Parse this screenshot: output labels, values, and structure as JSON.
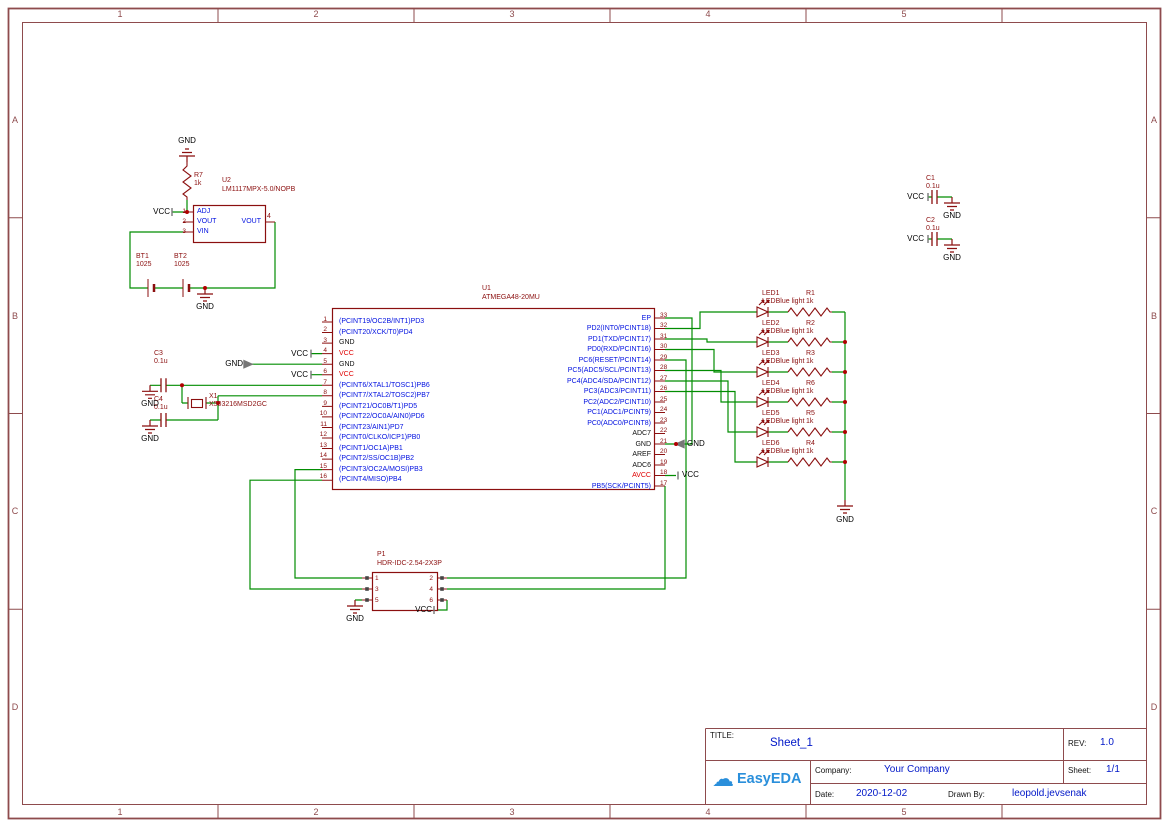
{
  "frame": {
    "cols": [
      "1",
      "2",
      "3",
      "4",
      "5"
    ],
    "rows": [
      "A",
      "B",
      "C",
      "D"
    ]
  },
  "nets": {
    "gnd": "GND",
    "vcc": "VCC"
  },
  "u2": {
    "ref": "U2",
    "value": "LM1117MPX-5.0/NOPB",
    "left_pins": [
      {
        "num": "1",
        "label": "ADJ"
      },
      {
        "num": "2",
        "label": "VOUT"
      },
      {
        "num": "3",
        "label": "VIN"
      }
    ],
    "right_pin": {
      "num": "4",
      "label": "VOUT"
    }
  },
  "r7": {
    "ref": "R7",
    "value": "1k"
  },
  "bt1": {
    "ref": "BT1",
    "value": "1025"
  },
  "bt2": {
    "ref": "BT2",
    "value": "1025"
  },
  "c1": {
    "ref": "C1",
    "value": "0.1u"
  },
  "c2": {
    "ref": "C2",
    "value": "0.1u"
  },
  "c3": {
    "ref": "C3",
    "value": "0.1u"
  },
  "c4": {
    "ref": "C4",
    "value": "0.1u"
  },
  "x1": {
    "ref": "X1",
    "value": "X503216MSD2GC"
  },
  "u1": {
    "ref": "U1",
    "value": "ATMEGA48-20MU",
    "left_pins": [
      {
        "num": "1",
        "label": "(PCINT19/OC2B/INT1)PD3",
        "cls": "sig"
      },
      {
        "num": "2",
        "label": "(PCINT20/XCK/T0)PD4",
        "cls": "sig"
      },
      {
        "num": "3",
        "label": "GND",
        "cls": "gnd"
      },
      {
        "num": "4",
        "label": "VCC",
        "cls": "pwr"
      },
      {
        "num": "5",
        "label": "GND",
        "cls": "gnd"
      },
      {
        "num": "6",
        "label": "VCC",
        "cls": "pwr"
      },
      {
        "num": "7",
        "label": "(PCINT6/XTAL1/TOSC1)PB6",
        "cls": "sig"
      },
      {
        "num": "8",
        "label": "(PCINT7/XTAL2/TOSC2)PB7",
        "cls": "sig"
      },
      {
        "num": "9",
        "label": "(PCINT21/OC0B/T1)PD5",
        "cls": "sig"
      },
      {
        "num": "10",
        "label": "(PCINT22/OC0A/AIN0)PD6",
        "cls": "sig"
      },
      {
        "num": "11",
        "label": "(PCINT23/AIN1)PD7",
        "cls": "sig"
      },
      {
        "num": "12",
        "label": "(PCINT0/CLKO/ICP1)PB0",
        "cls": "sig"
      },
      {
        "num": "13",
        "label": "(PCINT1/OC1A)PB1",
        "cls": "sig"
      },
      {
        "num": "14",
        "label": "(PCINT2/SS/OC1B)PB2",
        "cls": "sig"
      },
      {
        "num": "15",
        "label": "(PCINT3/OC2A/MOSI)PB3",
        "cls": "sig"
      },
      {
        "num": "16",
        "label": "(PCINT4/MISO)PB4",
        "cls": "sig"
      }
    ],
    "right_pins": [
      {
        "num": "33",
        "label": "EP",
        "cls": "sig"
      },
      {
        "num": "32",
        "label": "PD2(INT0/PCINT18)",
        "cls": "sig"
      },
      {
        "num": "31",
        "label": "PD1(TXD/PCINT17)",
        "cls": "sig"
      },
      {
        "num": "30",
        "label": "PD0(RXD/PCINT16)",
        "cls": "sig"
      },
      {
        "num": "29",
        "label": "PC6(RESET/PCINT14)",
        "cls": "sig"
      },
      {
        "num": "28",
        "label": "PC5(ADC5/SCL/PCINT13)",
        "cls": "sig"
      },
      {
        "num": "27",
        "label": "PC4(ADC4/SDA/PCINT12)",
        "cls": "sig"
      },
      {
        "num": "26",
        "label": "PC3(ADC3/PCINT11)",
        "cls": "sig"
      },
      {
        "num": "25",
        "label": "PC2(ADC2/PCINT10)",
        "cls": "sig"
      },
      {
        "num": "24",
        "label": "PC1(ADC1/PCINT9)",
        "cls": "sig"
      },
      {
        "num": "23",
        "label": "PC0(ADC0/PCINT8)",
        "cls": "sig"
      },
      {
        "num": "22",
        "label": "ADC7",
        "cls": "gnd"
      },
      {
        "num": "21",
        "label": "GND",
        "cls": "gnd"
      },
      {
        "num": "20",
        "label": "AREF",
        "cls": "gnd"
      },
      {
        "num": "19",
        "label": "ADC6",
        "cls": "gnd"
      },
      {
        "num": "18",
        "label": "AVCC",
        "cls": "pwr"
      },
      {
        "num": "17",
        "label": "PB5(SCK/PCINT5)",
        "cls": "sig"
      }
    ]
  },
  "p1": {
    "ref": "P1",
    "value": "HDR-IDC-2.54-2X3P",
    "left_nums": [
      "1",
      "3",
      "5"
    ],
    "right_nums": [
      "2",
      "4",
      "6"
    ]
  },
  "leds": [
    {
      "ref": "LED1",
      "value": "LEDBlue light"
    },
    {
      "ref": "LED2",
      "value": "LEDBlue light"
    },
    {
      "ref": "LED3",
      "value": "LEDBlue light"
    },
    {
      "ref": "LED4",
      "value": "LEDBlue light"
    },
    {
      "ref": "LED5",
      "value": "LEDBlue light"
    },
    {
      "ref": "LED6",
      "value": "LEDBlue light"
    }
  ],
  "led_resistors": [
    {
      "ref": "R1",
      "value": "1k"
    },
    {
      "ref": "R2",
      "value": "1k"
    },
    {
      "ref": "R3",
      "value": "1k"
    },
    {
      "ref": "R6",
      "value": "1k"
    },
    {
      "ref": "R5",
      "value": "1k"
    },
    {
      "ref": "R4",
      "value": "1k"
    }
  ],
  "title_block": {
    "title_label": "TITLE:",
    "title": "Sheet_1",
    "rev_label": "REV:",
    "rev": "1.0",
    "company_label": "Company:",
    "company": "Your Company",
    "sheet_label": "Sheet:",
    "sheet": "1/1",
    "date_label": "Date:",
    "date": "2020-12-02",
    "drawn_by_label": "Drawn By:",
    "drawn_by": "leopold.jevsenak",
    "logo_text": "EasyEDA"
  },
  "icons": {
    "cloud": "☁"
  },
  "colors": {
    "wire": "#028d02",
    "symbol": "#8b0f0f",
    "pin_text": "#0010e0",
    "frame": "#8e4b4d",
    "value_blue": "#0017c8",
    "logo_blue": "#2a8fdb"
  }
}
